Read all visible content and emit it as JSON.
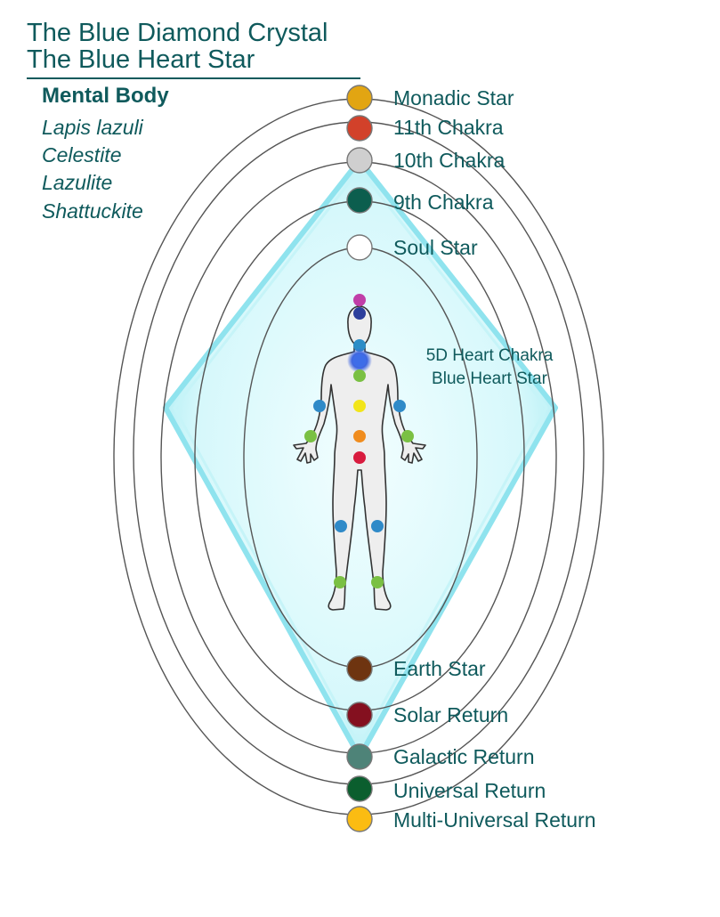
{
  "title": {
    "line1": "The Blue Diamond Crystal",
    "line2": "The Blue Heart Star"
  },
  "sidebar": {
    "heading": "Mental Body",
    "stones": [
      "Lapis lazuli",
      "Celestite",
      "Lazulite",
      "Shattuckite"
    ]
  },
  "chakras_above": [
    {
      "label": "Monadic Star",
      "color": "#e2a512"
    },
    {
      "label": "11th Chakra",
      "color": "#d2412a"
    },
    {
      "label": "10th Chakra",
      "color": "#cfcfcf"
    },
    {
      "label": "9th Chakra",
      "color": "#0c5e4e"
    },
    {
      "label": "Soul Star",
      "color": "#ffffff"
    }
  ],
  "heart_label": {
    "line1": "5D Heart Chakra",
    "line2": "Blue Heart Star"
  },
  "chakras_below": [
    {
      "label": "Earth Star",
      "color": "#6e3410"
    },
    {
      "label": "Solar Return",
      "color": "#84101f"
    },
    {
      "label": "Galactic Return",
      "color": "#4e8378"
    },
    {
      "label": "Universal Return",
      "color": "#0b5e2e"
    },
    {
      "label": "Multi-Universal Return",
      "color": "#fbbc12"
    }
  ],
  "colors": {
    "text": "#0f5a5c",
    "diamond": "#8fe8f0",
    "orbit": "#555555",
    "body": "#eeeeee"
  }
}
